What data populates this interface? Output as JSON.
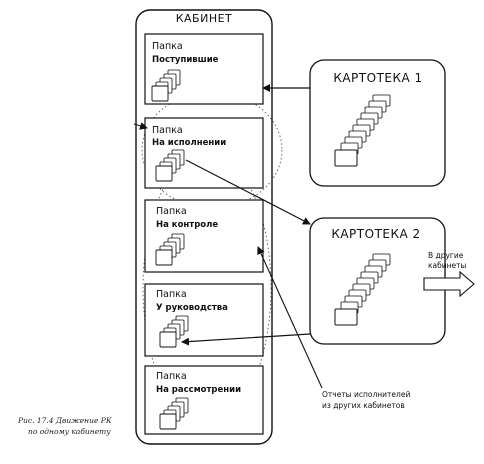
{
  "cabinet": {
    "title": "КАБИНЕТ"
  },
  "folders": [
    {
      "word": "Папка",
      "name": "Поступившие"
    },
    {
      "word": "Папка",
      "name": "На исполнении"
    },
    {
      "word": "Папка",
      "name": "На контроле"
    },
    {
      "word": "Папка",
      "name": "У руководства"
    },
    {
      "word": "Папка",
      "name": "На рассмотрении"
    }
  ],
  "card_files": [
    {
      "title": "КАРТОТЕКА 1"
    },
    {
      "title": "КАРТОТЕКА 2"
    }
  ],
  "other_cabinets_line1": "В другие",
  "other_cabinets_line2": "кабинеты",
  "reports_line1": "Отчеты исполнителей",
  "reports_line2": "из других кабинетов",
  "caption_line1": "Рис. 17.4 Движение РК",
  "caption_line2": "по одному кабинету"
}
